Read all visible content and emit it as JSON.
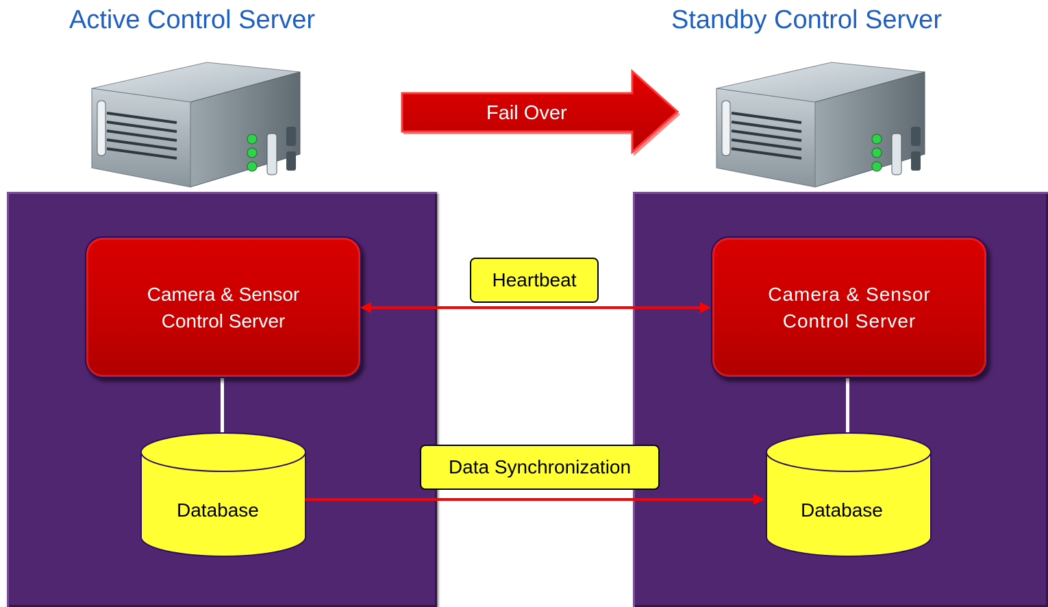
{
  "titles": {
    "active": "Active Control Server",
    "standby": "Standby Control Server"
  },
  "failover": {
    "label": "Fail Over"
  },
  "left": {
    "control_server": [
      "Camera & Sensor",
      "Control Server"
    ],
    "database": "Database"
  },
  "right": {
    "control_server": [
      "Camera & Sensor",
      "Control Server"
    ],
    "database": "Database"
  },
  "links": {
    "heartbeat": "Heartbeat",
    "data_sync": "Data Synchronization"
  },
  "colors": {
    "title": "#1f5fbf",
    "panel": "#512671",
    "control_box": "#cc0000",
    "database": "#ffff33",
    "link_arrow": "#ff0000",
    "failover_arrow": "#d00000"
  },
  "icons": {
    "server": "rack-server-icon",
    "database": "database-cylinder-icon"
  }
}
